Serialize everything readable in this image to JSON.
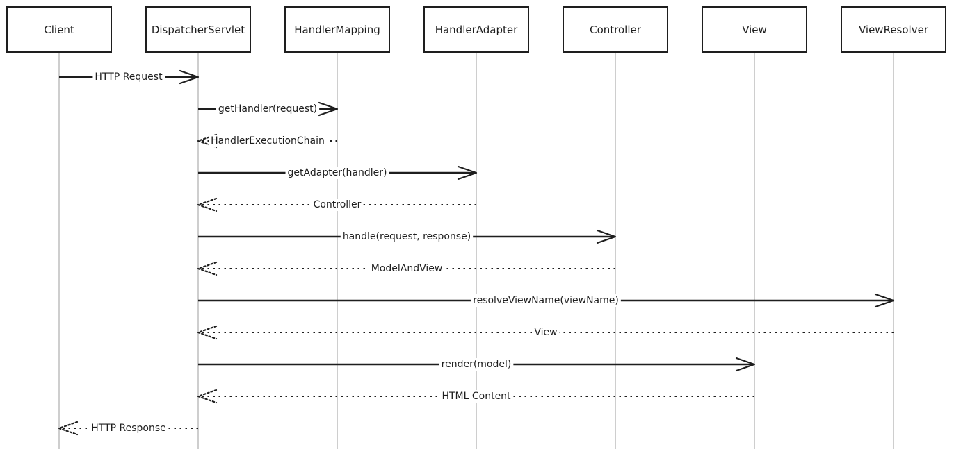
{
  "participants": [
    {
      "id": "client",
      "label": "Client"
    },
    {
      "id": "dispatcher",
      "label": "DispatcherServlet"
    },
    {
      "id": "mapping",
      "label": "HandlerMapping"
    },
    {
      "id": "adapter",
      "label": "HandlerAdapter"
    },
    {
      "id": "controller",
      "label": "Controller"
    },
    {
      "id": "view",
      "label": "View"
    },
    {
      "id": "resolver",
      "label": "ViewResolver"
    }
  ],
  "messages": [
    {
      "from": "client",
      "to": "dispatcher",
      "label": "HTTP Request",
      "kind": "sync"
    },
    {
      "from": "dispatcher",
      "to": "mapping",
      "label": "getHandler(request)",
      "kind": "sync"
    },
    {
      "from": "mapping",
      "to": "dispatcher",
      "label": "HandlerExecutionChain",
      "kind": "return"
    },
    {
      "from": "dispatcher",
      "to": "adapter",
      "label": "getAdapter(handler)",
      "kind": "sync"
    },
    {
      "from": "adapter",
      "to": "dispatcher",
      "label": "Controller",
      "kind": "return"
    },
    {
      "from": "dispatcher",
      "to": "controller",
      "label": "handle(request, response)",
      "kind": "sync"
    },
    {
      "from": "controller",
      "to": "dispatcher",
      "label": "ModelAndView",
      "kind": "return"
    },
    {
      "from": "dispatcher",
      "to": "resolver",
      "label": "resolveViewName(viewName)",
      "kind": "sync"
    },
    {
      "from": "resolver",
      "to": "dispatcher",
      "label": "View",
      "kind": "return"
    },
    {
      "from": "dispatcher",
      "to": "view",
      "label": "render(model)",
      "kind": "sync"
    },
    {
      "from": "view",
      "to": "dispatcher",
      "label": "HTML Content",
      "kind": "return"
    },
    {
      "from": "dispatcher",
      "to": "client",
      "label": "HTTP Response",
      "kind": "return"
    }
  ]
}
